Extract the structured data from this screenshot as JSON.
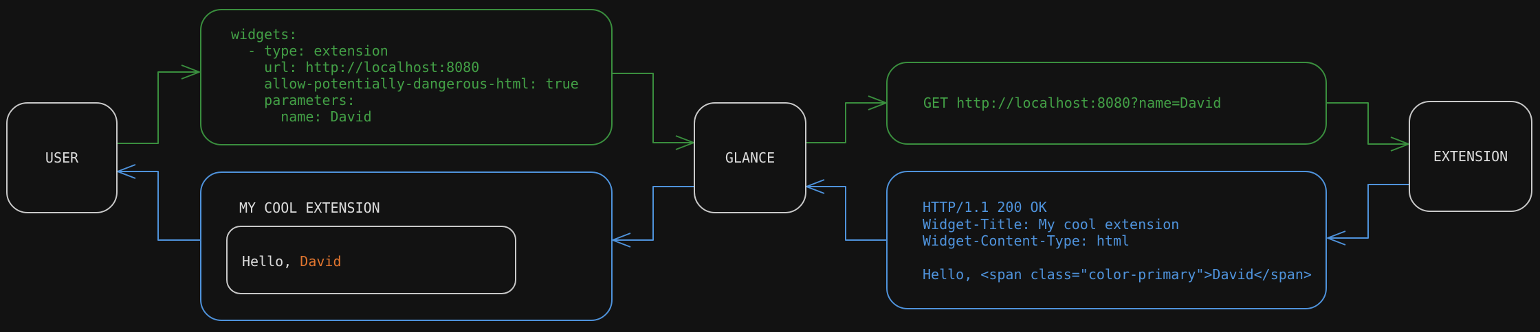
{
  "colors": {
    "background": "#121212",
    "green_line": "#3a8f3e",
    "green_text": "#43a046",
    "blue": "#4f93dc",
    "gray_border": "#c9c9c9",
    "light_text": "#dcdcdc",
    "orange": "#e0752f"
  },
  "nodes": {
    "user": {
      "label": "USER"
    },
    "glance": {
      "label": "GLANCE"
    },
    "extension": {
      "label": "EXTENSION"
    }
  },
  "config_box": {
    "lines": [
      "widgets:",
      "  - type: extension",
      "    url: http://localhost:8080",
      "    allow-potentially-dangerous-html: true",
      "    parameters:",
      "      name: David"
    ]
  },
  "request_box": {
    "text": "GET http://localhost:8080?name=David"
  },
  "response_box": {
    "lines": [
      "HTTP/1.1 200 OK",
      "Widget-Title: My cool extension",
      "Widget-Content-Type: html",
      "",
      "Hello, <span class=\"color-primary\">David</span>"
    ]
  },
  "widget_box": {
    "title": "MY COOL EXTENSION",
    "greeting_prefix": "Hello, ",
    "greeting_name": "David"
  }
}
